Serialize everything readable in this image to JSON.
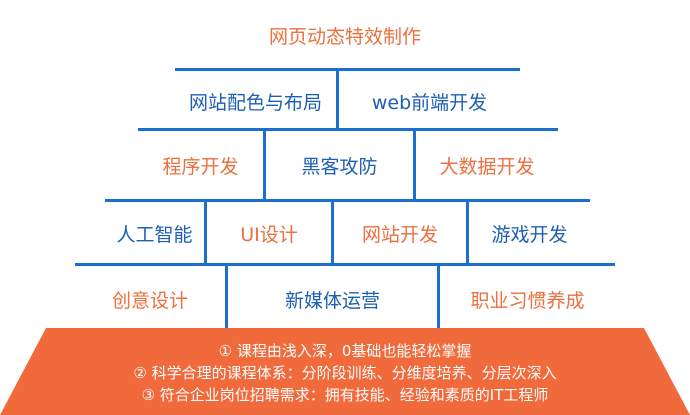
{
  "title": "网页动态特效制作",
  "rows": [
    [
      "网站配色与布局",
      "web前端开发"
    ],
    [
      "程序开发",
      "黑客攻防",
      "大数据开发"
    ],
    [
      "人工智能",
      "UI设计",
      "网站开发",
      "游戏开发"
    ],
    [
      "创意设计",
      "新媒体运营",
      "职业习惯养成"
    ]
  ],
  "base": {
    "lines": [
      "① 课程由浅入深，0基础也能轻松掌握",
      "② 科学合理的课程体系：分阶段训练、分维度培养、分层次深入",
      "③ 符合企业岗位招聘需求：拥有技能、经验和素质的IT工程师"
    ]
  },
  "colors": {
    "blue": "#1d5fb5",
    "orange": "#ee6f3f",
    "base_fill": "#f06a3b",
    "line": "#1a6fd0"
  }
}
